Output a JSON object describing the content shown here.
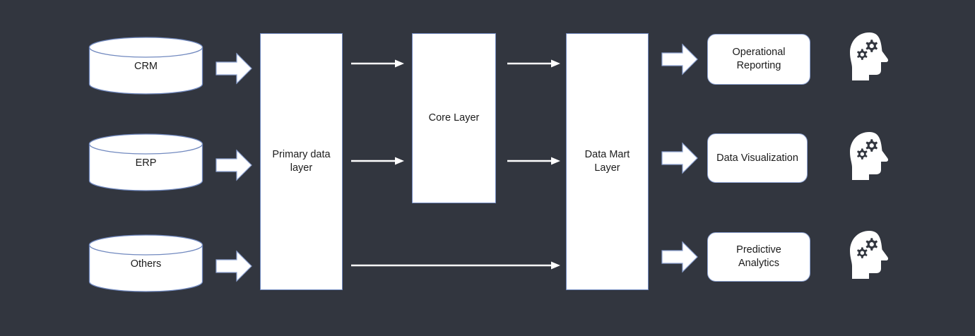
{
  "diagram": {
    "title": "Data platform layered architecture flow",
    "background_color": "#32363f",
    "shape_fill": "#ffffff",
    "shape_border": "#7189bf",
    "text_color": "#1b1b1b"
  },
  "sources": [
    {
      "id": "crm",
      "label": "CRM"
    },
    {
      "id": "erp",
      "label": "ERP"
    },
    {
      "id": "others",
      "label": "Others"
    }
  ],
  "layers": [
    {
      "id": "primary",
      "label": "Primary data\nlayer"
    },
    {
      "id": "core",
      "label": "Core Layer"
    },
    {
      "id": "datamart",
      "label": "Data Mart\nLayer"
    }
  ],
  "outputs": [
    {
      "id": "operational-reporting",
      "label": "Operational\nReporting"
    },
    {
      "id": "data-visualization",
      "label": "Data Visualization"
    },
    {
      "id": "predictive-analytics",
      "label": "Predictive\nAnalytics"
    }
  ],
  "consumers": [
    {
      "id": "consumer-1",
      "icon": "head-with-gears-icon"
    },
    {
      "id": "consumer-2",
      "icon": "head-with-gears-icon"
    },
    {
      "id": "consumer-3",
      "icon": "head-with-gears-icon"
    }
  ],
  "connectors": {
    "block_arrows": [
      {
        "id": "crm-to-primary",
        "from": "crm",
        "to": "primary"
      },
      {
        "id": "erp-to-primary",
        "from": "erp",
        "to": "primary"
      },
      {
        "id": "others-to-primary",
        "from": "others",
        "to": "primary"
      },
      {
        "id": "datamart-to-reporting",
        "from": "datamart",
        "to": "operational-reporting"
      },
      {
        "id": "datamart-to-visualization",
        "from": "datamart",
        "to": "data-visualization"
      },
      {
        "id": "datamart-to-predictive",
        "from": "datamart",
        "to": "predictive-analytics"
      }
    ],
    "line_arrows": [
      {
        "id": "primary-to-core-top",
        "from": "primary",
        "to": "core"
      },
      {
        "id": "primary-to-core-middle",
        "from": "primary",
        "to": "core"
      },
      {
        "id": "core-to-datamart-top",
        "from": "core",
        "to": "datamart"
      },
      {
        "id": "core-to-datamart-middle",
        "from": "core",
        "to": "datamart"
      },
      {
        "id": "primary-to-datamart-bypass",
        "from": "primary",
        "to": "datamart"
      }
    ]
  }
}
